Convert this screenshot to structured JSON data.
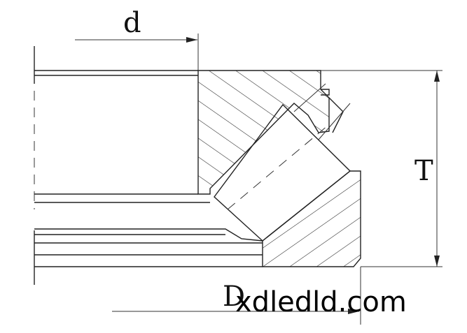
{
  "labels": {
    "d": "d",
    "T": "T",
    "D": "D"
  },
  "watermark": "xdledld.com",
  "colors": {
    "line": "#222222",
    "background": "#ffffff"
  }
}
